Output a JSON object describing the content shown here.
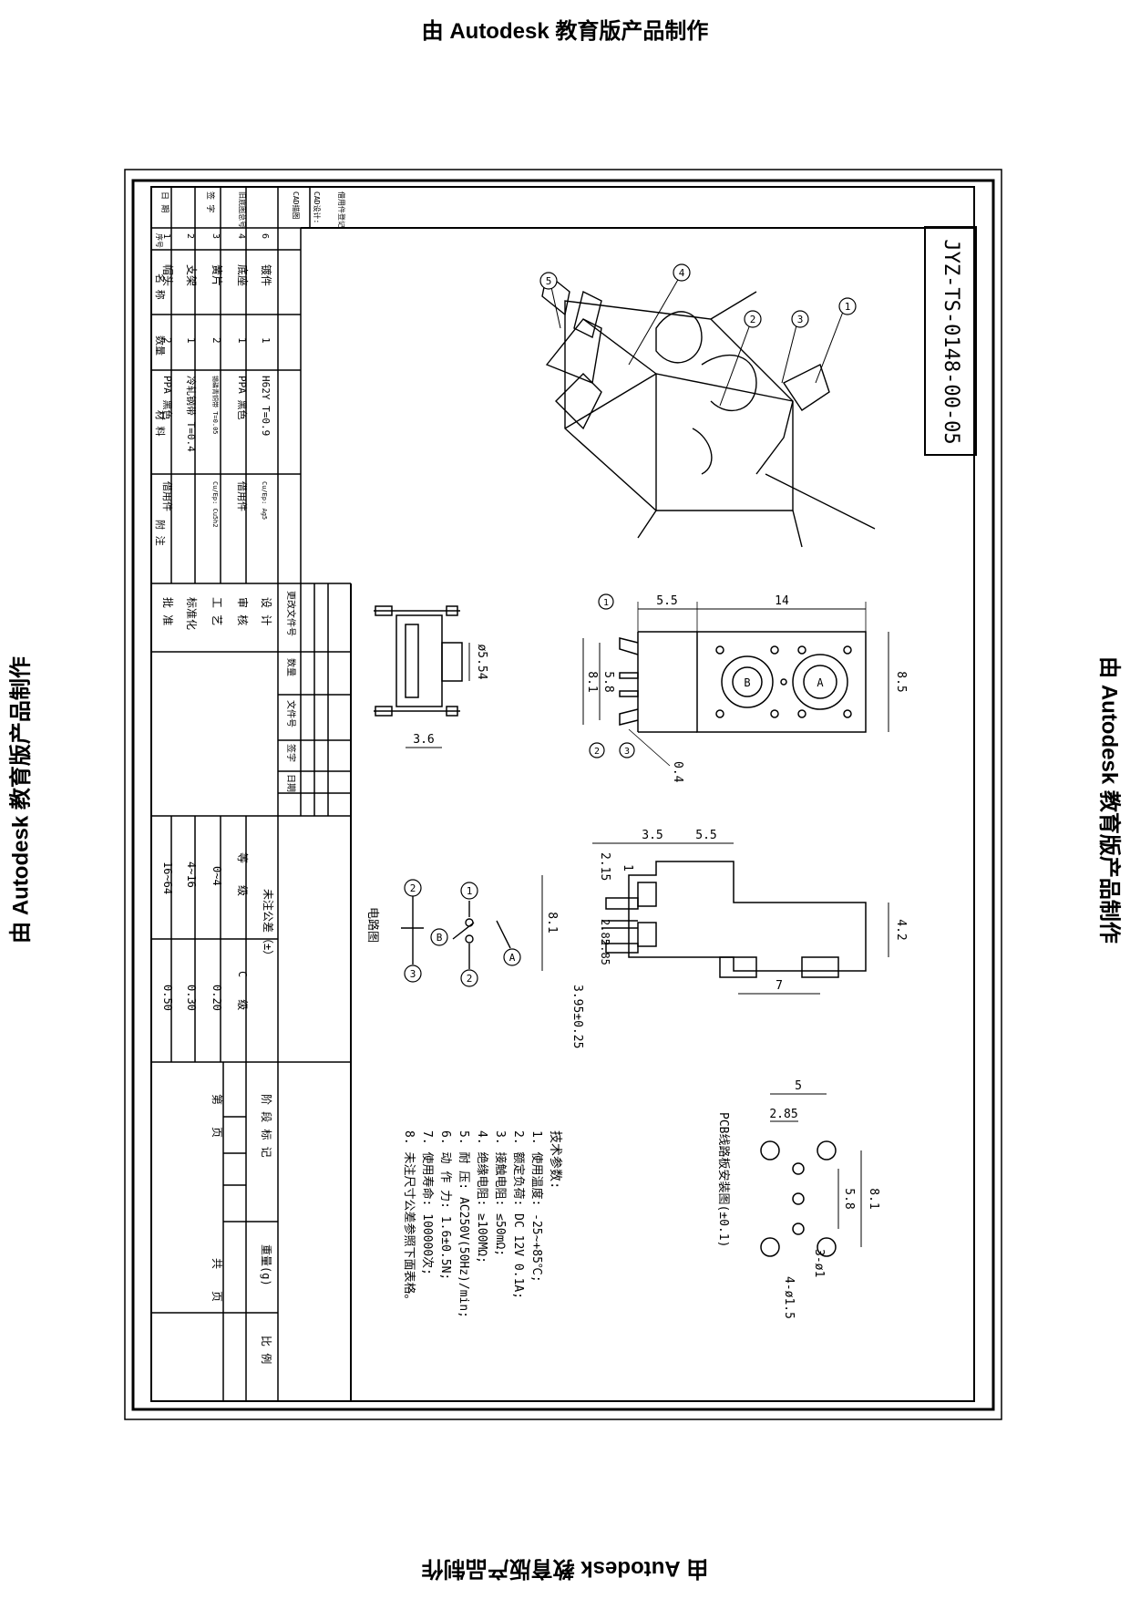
{
  "watermark": "由 Autodesk 教育版产品制作",
  "drawing_number": "JYZ-TS-0148-00-05",
  "header_side": {
    "cad_check": "CAD描图",
    "cad_design": "CAD设计:",
    "borrowed_reg": "借用件登记",
    "old_base": "旧底图总号",
    "sign": "签 字",
    "date": "日 期"
  },
  "bom": {
    "headers": {
      "no": "序号",
      "name": "名 称",
      "qty": "数量",
      "material": "材 料",
      "note": "附 注"
    },
    "rows": [
      {
        "no": "6",
        "name": "镀件",
        "qty": "1",
        "material": "H62Y T=0.9",
        "note": "Cu/Ep: Ag5"
      },
      {
        "no": "4",
        "name": "底座",
        "qty": "1",
        "material": "PPA 黑色",
        "note": "借用件"
      },
      {
        "no": "3",
        "name": "簧片",
        "qty": "2",
        "material": "锡磷青铜带 T=0.05",
        "note": "Cu/Ep: Cu5h2"
      },
      {
        "no": "2",
        "name": "支架",
        "qty": "1",
        "material": "冷轧钢带 T=0.4",
        "note": ""
      },
      {
        "no": "1",
        "name": "帽头",
        "qty": "2",
        "material": "PPA 黑色",
        "note": "借用件"
      }
    ]
  },
  "title_block": {
    "change_doc": "更改文件号",
    "qty": "数量",
    "doc_no": "文件号",
    "signature": "签字",
    "date": "日期",
    "design": "设 计",
    "review": "审 核",
    "process": "工 艺",
    "standard": "标准化",
    "approve": "批 准",
    "tolerance_title": "未注公差（±）",
    "grade_label": "等　　级",
    "grade_value": "C　　级",
    "ranges": [
      "0~4",
      "4~16",
      "16~64"
    ],
    "tols": [
      "0.20",
      "0.30",
      "0.50"
    ],
    "stage": "阶 段 标 记",
    "weight": "重量(g)",
    "ratio": "比 例",
    "sheet_no": "第　　页",
    "total": "共　　页"
  },
  "circuit": {
    "title": "电路图",
    "nodes": [
      "1",
      "2",
      "2",
      "3"
    ],
    "switch_a": "A",
    "switch_b": "B"
  },
  "iso_callouts": [
    "1",
    "2",
    "3",
    "4",
    "5"
  ],
  "front_view": {
    "dims": [
      "5.5",
      "14",
      "8.5",
      "5.8",
      "8.1",
      "0.4"
    ],
    "labels": [
      "A",
      "B"
    ],
    "callouts": [
      "1",
      "2",
      "3"
    ]
  },
  "side_view": {
    "dims": [
      "ø5.54",
      "3.6"
    ]
  },
  "bottom_view": {
    "dims": [
      "2.15",
      "3.5",
      "5.5",
      "1",
      "4.2",
      "8.1",
      "2.85",
      "2.85",
      "7",
      "3.95±0.25"
    ]
  },
  "pcb": {
    "title": "PCB线路板安装图(±0.1)",
    "dims": [
      "5",
      "2.85",
      "8.1",
      "5.8",
      "3-ø1",
      "4-ø1.5"
    ]
  },
  "tech": {
    "title": "技术参数:",
    "items": [
      "1.  使用温度: -25~+85℃;",
      "2.  额定负荷: DC 12V 0.1A;",
      "3.  接触电阻: ≤50mΩ;",
      "4.  绝缘电阻: ≥100MΩ;",
      "5.  耐    压: AC250V(50Hz)/min;",
      "6.  动 作 力: 1.6±0.5N;",
      "7.  使用寿命: 100000次;",
      "8.  未注尺寸公差参照下面表格。"
    ]
  }
}
